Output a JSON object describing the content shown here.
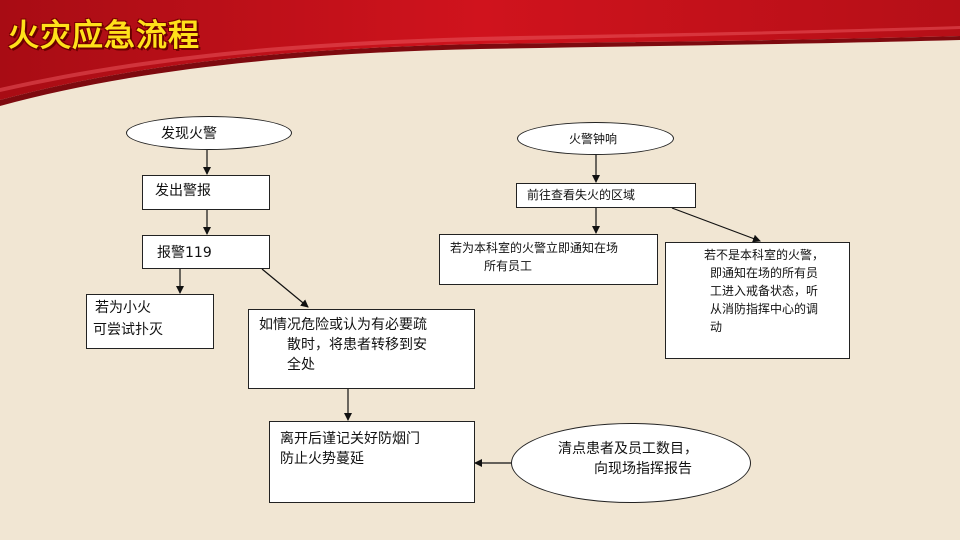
{
  "title": "火灾应急流程",
  "colors": {
    "banner_red": "#C4111B",
    "banner_dark": "#8E0A10",
    "title_yellow": "#FFE11A",
    "background": "#F1E6D3"
  },
  "left": {
    "discover": "发现火警",
    "alarm": "发出警报",
    "call": "报警119",
    "small_fire": [
      "若为小火",
      "可尝试扑灭"
    ],
    "evacuate": [
      "如情况危险或认为有必要疏",
      "散时，将患者转移到安",
      "全处"
    ],
    "leave": [
      "离开后谨记关好防烟门",
      "防止火势蔓延"
    ],
    "count": [
      "清点患者及员工数目，",
      "向现场指挥报告"
    ]
  },
  "right": {
    "bell": "火警钟响",
    "check": "前往查看失火的区域",
    "own_dept": [
      "若为本科室的火警立即通知在场",
      "所有员工"
    ],
    "other_dept": [
      "若不是本科室的火警，",
      "即通知在场的所有员",
      "工进入戒备状态，听",
      "从消防指挥中心的调",
      "动"
    ]
  }
}
